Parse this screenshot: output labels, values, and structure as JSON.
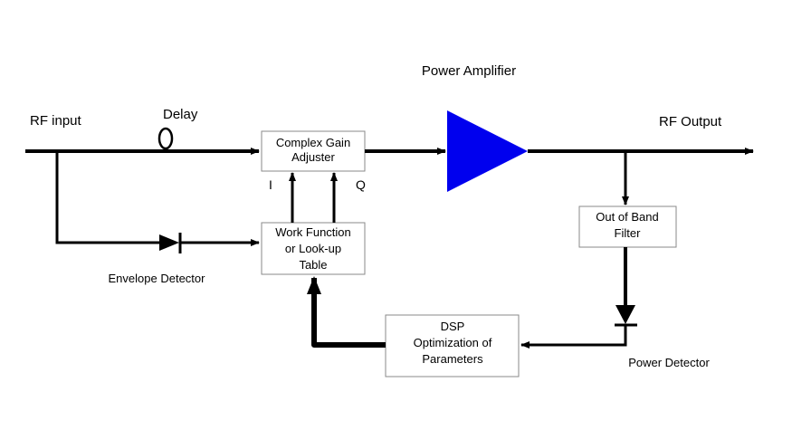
{
  "title": "Power Amplifier",
  "labels": {
    "rf_input": "RF input",
    "delay": "Delay",
    "rf_output": "RF Output",
    "envelope_detector": "Envelope Detector",
    "power_detector": "Power Detector",
    "i": "I",
    "q": "Q"
  },
  "blocks": {
    "complex_gain_adjuster": [
      "Complex Gain",
      "Adjuster"
    ],
    "work_function": [
      "Work Function",
      "or Look-up",
      "Table"
    ],
    "out_of_band_filter": [
      "Out of Band",
      "Filter"
    ],
    "dsp": [
      "DSP",
      "Optimization of",
      "Parameters"
    ]
  },
  "colors": {
    "amplifier": "#0000ee",
    "line": "#000000",
    "box_border": "#8a8a8a"
  }
}
